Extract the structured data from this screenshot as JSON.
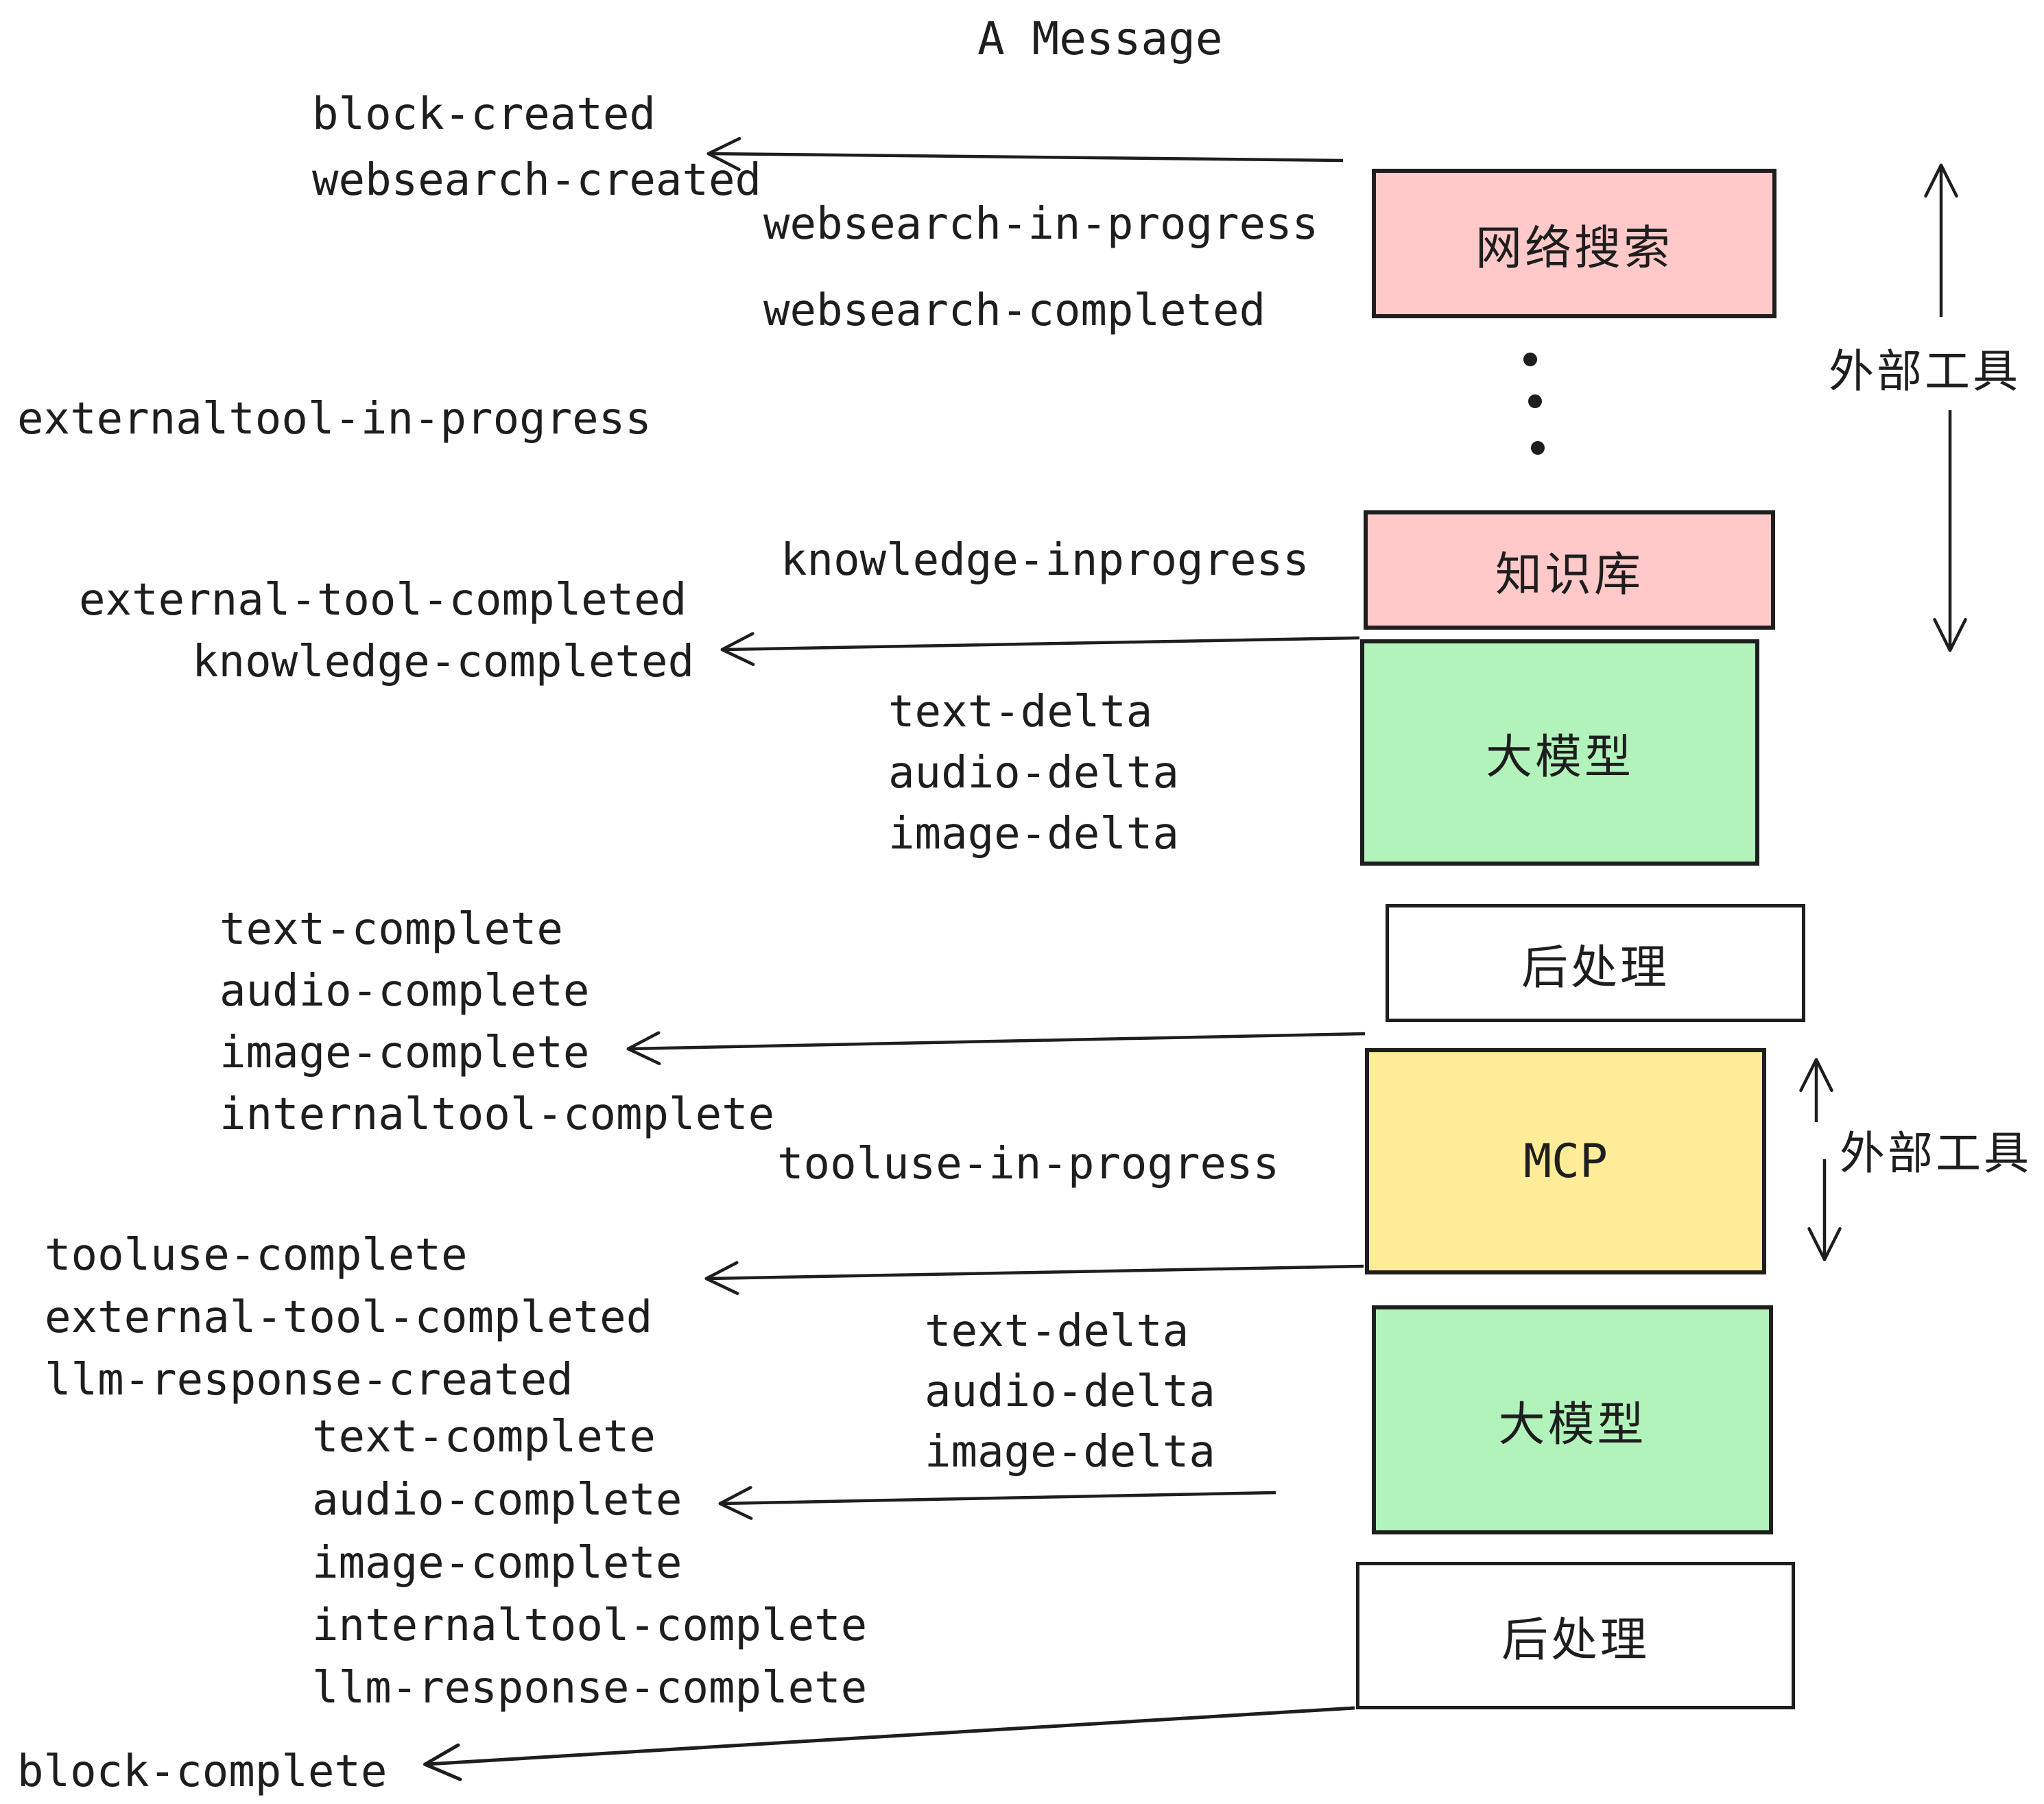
{
  "title": "A Message",
  "colors": {
    "stroke": "#1e1e1e",
    "pink": "#ffc9c9",
    "green": "#b2f2bb",
    "yellow": "#ffec99",
    "white": "#ffffff",
    "background": "#ffffff"
  },
  "boxes": {
    "websearch": {
      "label": "网络搜索",
      "color": "#ffc9c9"
    },
    "knowledge": {
      "label": "知识库",
      "color": "#ffc9c9"
    },
    "llm1": {
      "label": "大模型",
      "color": "#b2f2bb"
    },
    "post1": {
      "label": "后处理",
      "color": "#ffffff"
    },
    "mcp": {
      "label": "MCP",
      "color": "#ffec99"
    },
    "llm2": {
      "label": "大模型",
      "color": "#b2f2bb"
    },
    "post2": {
      "label": "后处理",
      "color": "#ffffff"
    }
  },
  "side_labels": {
    "external_tools_top": "外部工具",
    "external_tools_mcp": "外部工具"
  },
  "events": {
    "block_created": "block-created",
    "websearch_created": "websearch-created",
    "websearch_in_progress": "websearch-in-progress",
    "websearch_completed": "websearch-completed",
    "externaltool_in_progress": "externaltool-in-progress",
    "knowledge_inprogress": "knowledge-inprogress",
    "external_tool_completed": "external-tool-completed",
    "knowledge_completed": "knowledge-completed",
    "text_delta": "text-delta",
    "audio_delta": "audio-delta",
    "image_delta": "image-delta",
    "text_complete": "text-complete",
    "audio_complete": "audio-complete",
    "image_complete": "image-complete",
    "internaltool_complete": "internaltool-complete",
    "tooluse_in_progress": "tooluse-in-progress",
    "tooluse_complete": "tooluse-complete",
    "llm_response_created": "llm-response-created",
    "llm_response_complete": "llm-response-complete",
    "block_complete": "block-complete"
  }
}
